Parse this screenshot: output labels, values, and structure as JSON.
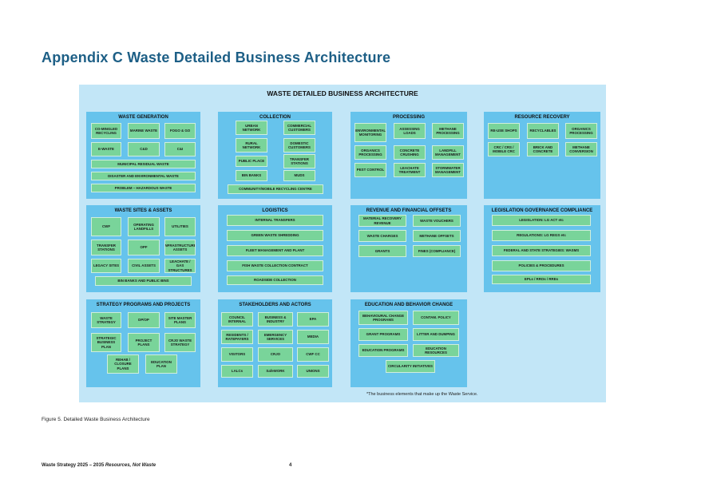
{
  "page_title": "Appendix C Waste Detailed Business Architecture",
  "diagram_title": "WASTE DETAILED BUSINESS ARCHITECTURE",
  "footnote": "*The business elements that make up the Waste Service.",
  "caption": "Figure 5. Detailed Waste Business Architecture",
  "footer_title": "Waste Strategy 2025 – 2035",
  "footer_subtitle": "Resources, Not Waste",
  "page_number": "4",
  "colors": {
    "panel": "#66c3ec",
    "box": "#79d49a",
    "background": "#c2e6f7",
    "title": "#1d5f86"
  },
  "panels": [
    {
      "title": "WASTE GENERATION",
      "items": [
        "CO-MINGLED RECYCLING",
        "MARINE WASTE",
        "FOGO & GO",
        "E-WASTE",
        "C&D",
        "C&I",
        "MUNICIPAL RESIDUAL WASTE",
        "DISASTER AND ENVIRONMENTAL WASTE",
        "PROBLEM – HAZARDOUS WASTE"
      ]
    },
    {
      "title": "COLLECTION",
      "items": [
        "URBAN NETWORK",
        "COMMERCIAL CUSTOMERS",
        "RURAL NETWORK",
        "DOMESTIC CUSTOMERS",
        "PUBLIC PLACE",
        "TRANSFER STATIONS",
        "BIN BANKS",
        "MUDS",
        "COMMUNITY/MOBILE RECYCLING CENTRE"
      ]
    },
    {
      "title": "PROCESSING",
      "items": [
        "ENVIRONMENTAL MONITORING",
        "ASSESSING LOADS",
        "METHANE PROCESSING",
        "ORGANICS PROCESSING",
        "CONCRETE CRUSHING",
        "LANDFILL MANAGEMENT",
        "PEST CONTROL",
        "LEACHATE TREATMENT",
        "STORMWATER MANAGEMENT"
      ]
    },
    {
      "title": "RESOURCE RECOVERY",
      "items": [
        "RE-USE SHOPS",
        "RECYCLABLES",
        "ORGANICS PROCESSING",
        "CRC / CRS / MOBILE CRC",
        "BRICK AND CONCRETE",
        "METHANE CONVERSION"
      ]
    },
    {
      "title": "WASTE SITES & ASSETS",
      "items": [
        "CWF",
        "OPERATING LANDFILLS",
        "UTILITIES",
        "TRANSFER STATIONS",
        "OPF",
        "INFRASTRUCTURE ASSETS",
        "LEGACY SITES",
        "CIVIL ASSETS",
        "LEACHATE / GAS STRUCTURES",
        "BIN BANKS AND PUBLIC BINS"
      ]
    },
    {
      "title": "LOGISTICS",
      "items": [
        "INTERNAL TRANSFERS",
        "GREEN WASTE SHREDDING",
        "FLEET MANAGEMENT AND PLANT",
        "FISH WASTE COLLECTION CONTRACT",
        "ROADSIDE COLLECTION"
      ]
    },
    {
      "title": "REVENUE AND FINANCIAL OFFSETS",
      "items": [
        "MATERIAL RECOVERY REVENUE",
        "WASTE VOUCHERS",
        "WASTE CHARGES",
        "METHANE OFFSETS",
        "GRANTS",
        "FINES (COMPLIANCE)"
      ]
    },
    {
      "title": "LEGISLATION GOVERNANCE COMPLIANCE",
      "items": [
        "LEGISLATION: LG ACT etc",
        "REGULATIONS: LG REGS etc",
        "FEDERAL AND STATE STRATEGIES: WASMS",
        "POLICIES & PROCEDURES",
        "EPLs / RROs / RREs"
      ]
    },
    {
      "title": "STRATEGY PROGRAMS AND PROJECTS",
      "items": [
        "WASTE STRATEGY",
        "DP/OP",
        "SITE MASTER PLANS",
        "STRATEGIC BUSINESS PLAN",
        "PROJECT PLANS",
        "CRJO WASTE STRATEGY",
        "REHAB / CLOSURE PLANS",
        "EDUCATION PLAN"
      ]
    },
    {
      "title": "STAKEHOLDERS AND ACTORS",
      "items": [
        "COUNCIL INTERNAL",
        "BUSINESS & INDUSTRY",
        "EPA",
        "RESIDENTS / RATEPAYERS",
        "EMERGENCY SERVICES",
        "MEDIA",
        "VISITORS",
        "CRJO",
        "CWF CC",
        "LALCs",
        "SafeWORK",
        "UNIONS"
      ]
    },
    {
      "title": "EDUCATION AND BEHAVIOR CHANGE",
      "items": [
        "BEHAVIOURAL CHANGE PROGRAMS",
        "CONTAM. POLICY",
        "GRANT PROGRAMS",
        "LITTER AND DUMPING",
        "EDUCATION PROGRAMS",
        "EDUCATION RESOURCES",
        "CIRCULARITY INITIATIVES"
      ]
    }
  ]
}
